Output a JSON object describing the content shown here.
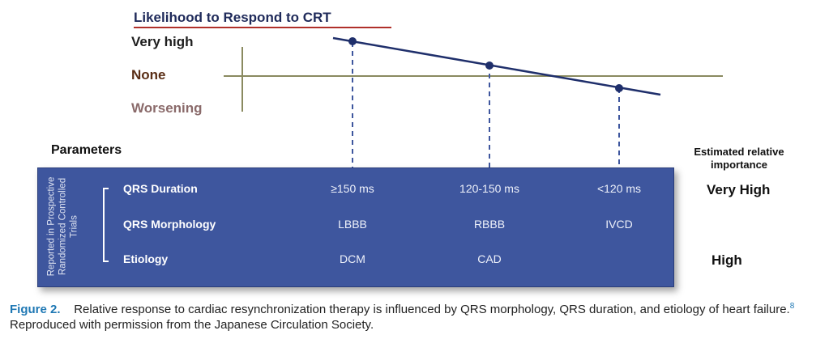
{
  "chart": {
    "title": "Likelihood to Respond to CRT",
    "levels": {
      "very_high": "Very high",
      "none": "None",
      "worsening": "Worsening"
    }
  },
  "parameters_header": "Parameters",
  "importance_header": [
    "Estimated relative",
    "importance"
  ],
  "side_label": [
    "Reported in Prospective",
    "Randomized Controlled",
    "Trials"
  ],
  "rows": [
    {
      "label": "QRS Duration",
      "cells": [
        "≥150 ms",
        "120-150 ms",
        "<120 ms"
      ],
      "importance": "Very High"
    },
    {
      "label": "QRS Morphology",
      "cells": [
        "LBBB",
        "RBBB",
        "IVCD"
      ],
      "importance": ""
    },
    {
      "label": "Etiology",
      "cells": [
        "DCM",
        "CAD",
        ""
      ],
      "importance": "High"
    }
  ],
  "caption": {
    "label": "Figure 2.",
    "text": "Relative response to cardiac resynchronization therapy is influenced by QRS morphology, QRS duration, and etiology of heart failure.",
    "ref": "8",
    "text2": " Reproduced with permission from the Japanese Circulation Society."
  },
  "colors": {
    "panel": "#3e569e",
    "trend_line": "#1f2f6b",
    "axis": "#8a8a60",
    "caption_label": "#1f78b4",
    "title_rule": "#b0302a"
  }
}
